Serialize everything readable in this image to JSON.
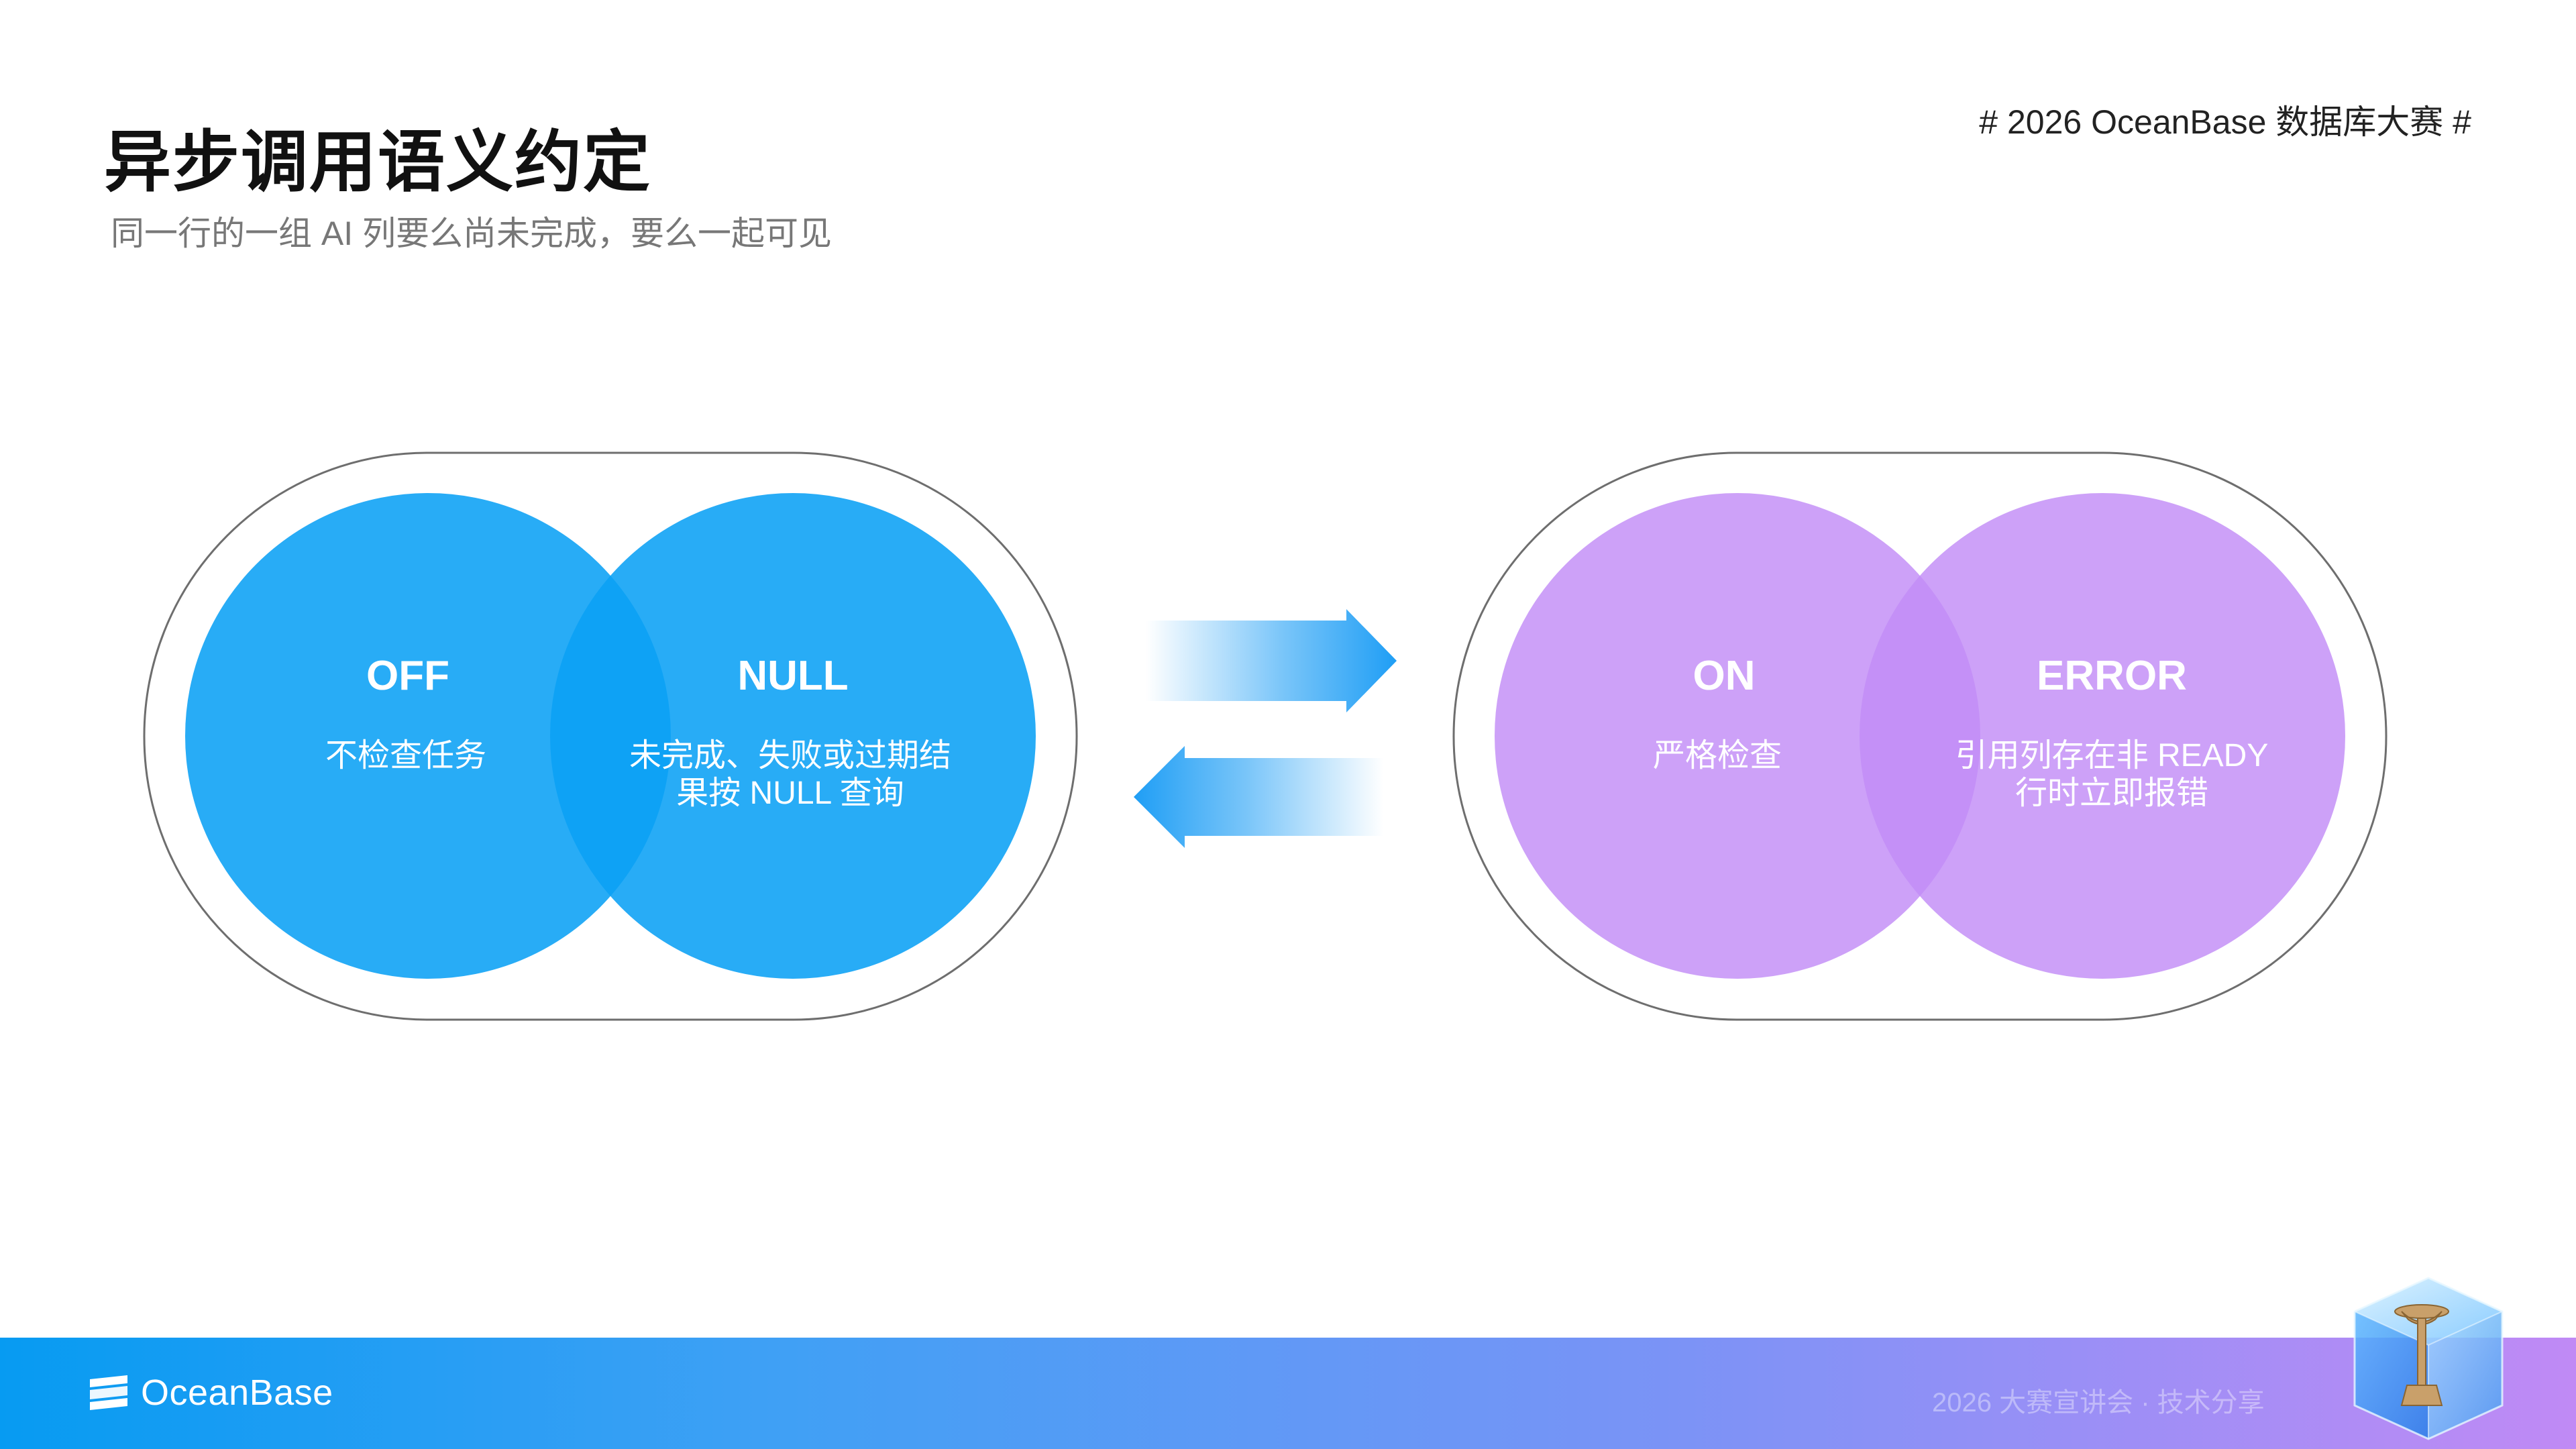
{
  "slide": {
    "title": "异步调用语义约定",
    "subtitle": "同一行的一组 AI 列要么尚未完成，要么一起可见",
    "hashtag": "# 2026 OceanBase 数据库大赛 #"
  },
  "left_group": {
    "color": "#0aa0f5",
    "left_circle": {
      "heading": "OFF",
      "desc": "不检查任务"
    },
    "right_circle": {
      "heading": "NULL",
      "desc_line1": "未完成、失败或过期结",
      "desc_line2": "果按 NULL 查询"
    }
  },
  "right_group": {
    "color": "#c28cf7",
    "left_circle": {
      "heading": "ON",
      "desc": "严格检查"
    },
    "right_circle": {
      "heading": "ERROR",
      "desc_line1": "引用列存在非 READY",
      "desc_line2": "行时立即报错"
    }
  },
  "arrows": {
    "color": "#1f9ef5",
    "top_direction": "right",
    "bottom_direction": "left"
  },
  "footer": {
    "logo_text": "OceanBase",
    "faint_text": "2026 大赛宣讲会 · 技术分享",
    "icons": [
      "oceanbase-logo-icon",
      "trophy-cube-icon"
    ]
  }
}
